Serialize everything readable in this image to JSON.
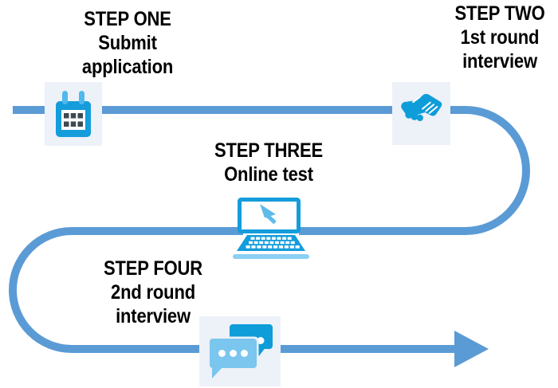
{
  "diagram": {
    "type": "process-flow",
    "steps": [
      {
        "title": "STEP ONE",
        "line1": "Submit",
        "line2": "application",
        "icon": "calendar-icon"
      },
      {
        "title": "STEP TWO",
        "line1": "1st round",
        "line2": "interview",
        "icon": "handshake-icon"
      },
      {
        "title": "STEP THREE",
        "line1": "Online test",
        "icon": "laptop-icon"
      },
      {
        "title": "STEP FOUR",
        "line1": "2nd round",
        "line2": "interview",
        "icon": "chat-icon"
      }
    ],
    "colors": {
      "connector_blue": "#5B9BD5",
      "icon_blue": "#0E9DD9",
      "icon_light_blue": "#7AC6EE",
      "ring_blue": "#4FB9EC",
      "tile_background": "#EDF1F8",
      "calendar_grid_gray": "#3E4A52",
      "text": "#000000"
    }
  }
}
